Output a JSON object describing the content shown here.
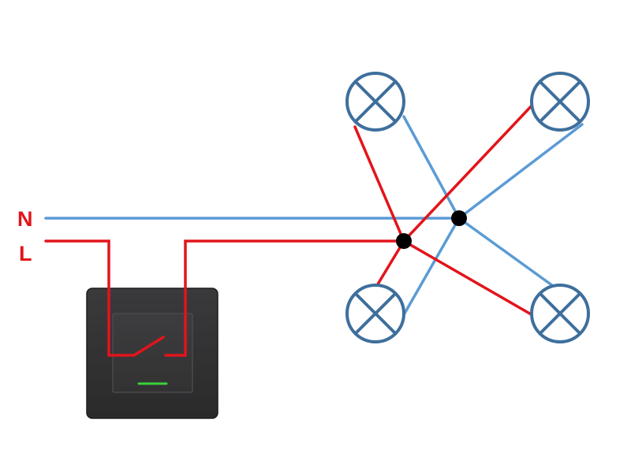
{
  "labels": {
    "neutral": "N",
    "line": "L"
  },
  "colors": {
    "neutral_wire": "#5b9bd5",
    "line_wire": "#e3141b",
    "label_text": "#e3141b",
    "lamp_outline": "#3e6f9c",
    "junction": "#000000",
    "switch_plate": "#2f2f31",
    "switch_key": "#383839",
    "indicator": "#39d13c"
  },
  "components": {
    "switch": {
      "type": "single-pole-switch",
      "state": "open",
      "indicator": "green-led"
    },
    "lamps": [
      {
        "position": "top-left"
      },
      {
        "position": "top-right"
      },
      {
        "position": "bottom-left"
      },
      {
        "position": "bottom-right"
      }
    ],
    "junctions": [
      {
        "wire": "line"
      },
      {
        "wire": "neutral"
      }
    ]
  }
}
